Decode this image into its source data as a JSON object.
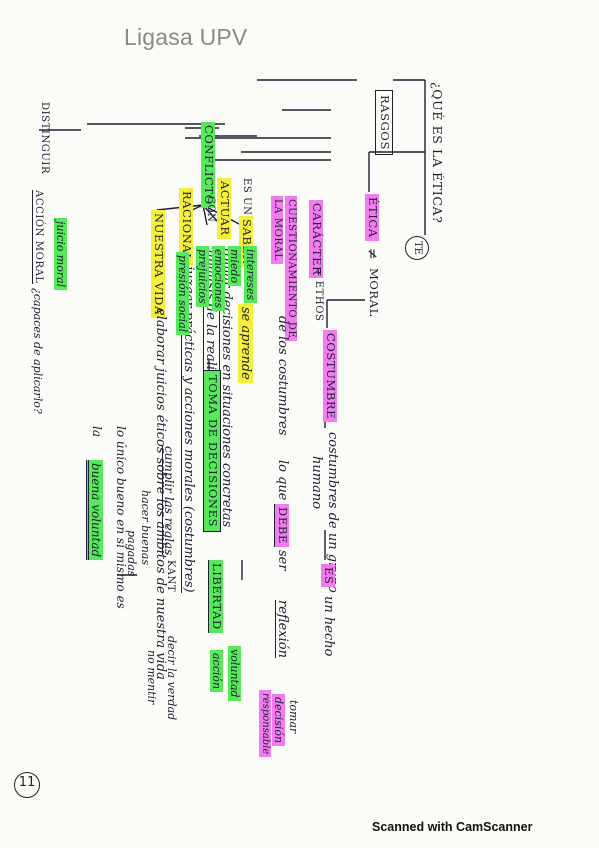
{
  "header": {
    "brand": "Ligasa UPV"
  },
  "footer": {
    "scanner": "Scanned with CamScanner"
  },
  "page_number": "11",
  "map": {
    "title": "¿QUÉ ES LA ÉTICA?",
    "etica": "ÉTICA",
    "neq": "≠",
    "moral": "MORAL",
    "costumbre": "COSTUMBRE",
    "costumbre_def": "costumbres de un grupo",
    "humano": "humano",
    "es": "ES",
    "un_hecho": "un hecho",
    "caracter": "CARÁCTER",
    "ethos": "= ETHOS",
    "cuestionamiento_1": "CUESTIONAMIENTO DE",
    "cuestionamiento_2": "LA MORAL",
    "de_los_costumbres": "de los costumbres",
    "lo_que": "lo que",
    "debe": "DEBE",
    "ser": "ser",
    "reflexion": "reflexión",
    "tomar_decision_1": "tomar",
    "tomar_decision_2": "decisión",
    "tomar_decision_3": "responsable",
    "badge": "TE",
    "rasgos": "RASGOS",
    "es_un": "ES UN",
    "saber": "SABER",
    "se_aprende": "se aprende",
    "actuar": "ACTUAR",
    "actuar_1": "tomar decisiones en situaciones concretas",
    "actuar_2": "análisis de la realidad",
    "racional": "RACIONAL",
    "racional_1": "juzgar prácticas y acciones morales (costumbres)",
    "nuestra_vida": "NUESTRA VIDA",
    "nuestra_vida_1": "elaborar juicios éticos sobre los ámbitos de nuestra vida",
    "conflicto": "CONFLICTO",
    "con": "CON",
    "intereses": "intereses",
    "miedo": "miedo",
    "emociones": "emociones",
    "prejuicios": "prejuicios",
    "presion_social": "presión social",
    "distinguir": "DISTINGUIR",
    "juicio_moral": "juicio moral",
    "accion_moral": "ACCIÓN MORAL",
    "capaces": "¿capaces de aplicarlo?",
    "toma_de_decisiones": "TOMA DE DECISIONES",
    "libertad": "LIBERTAD",
    "voluntad": "voluntad",
    "accion": "acción",
    "cumplir_reglas": "cumplir las reglas",
    "kant": "KANT",
    "decir_verdad": "decir la verdad",
    "no_mentir": "no mentir",
    "hacer_buenas": "hacer buenas",
    "pagadas": "pagadas",
    "lo_unico": "lo único bueno en sí mismo es",
    "la": "la",
    "buena_voluntad": "buena voluntad"
  }
}
